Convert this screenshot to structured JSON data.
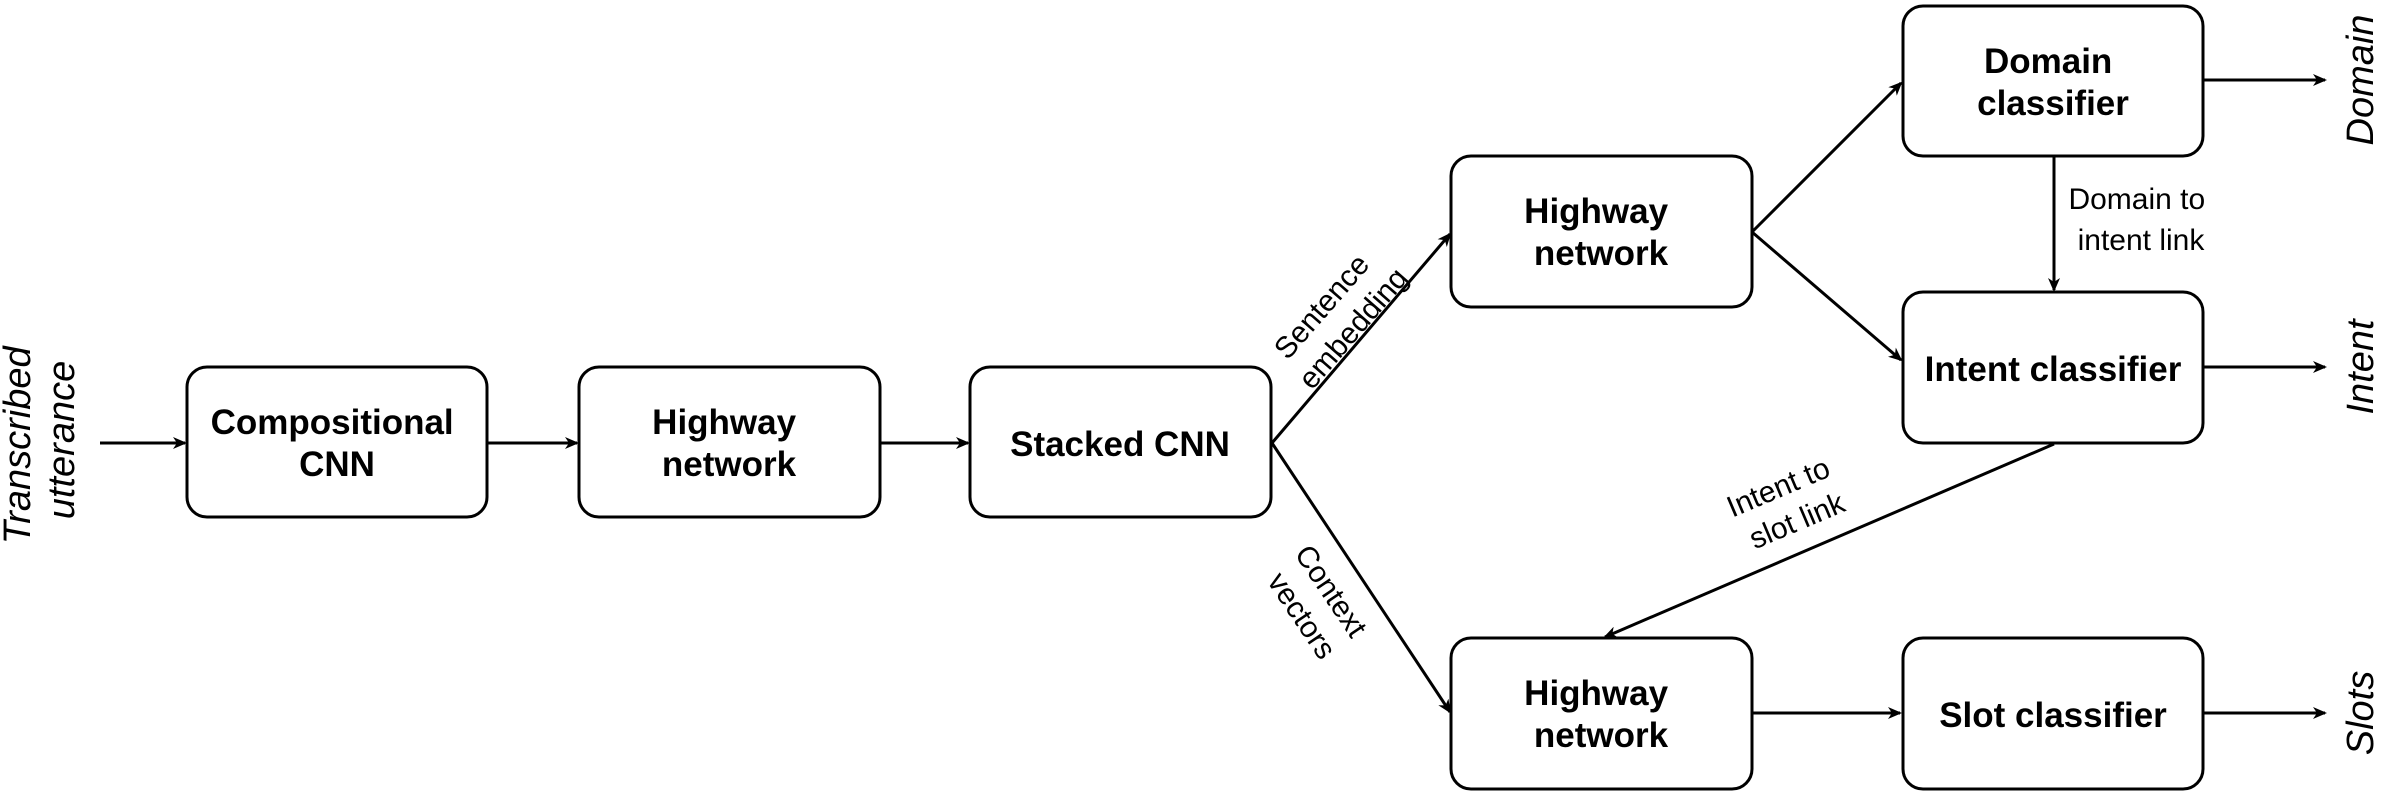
{
  "input_label": [
    "Transcribed",
    "utterance"
  ],
  "nodes": {
    "compositional_cnn": [
      "Compositional",
      "CNN"
    ],
    "highway_1": [
      "Highway",
      "network"
    ],
    "stacked_cnn": [
      "Stacked CNN"
    ],
    "highway_top": [
      "Highway",
      "network"
    ],
    "highway_bottom": [
      "Highway",
      "network"
    ],
    "domain_classifier": [
      "Domain",
      "classifier"
    ],
    "intent_classifier": [
      "Intent classifier"
    ],
    "slot_classifier": [
      "Slot classifier"
    ]
  },
  "edge_labels": {
    "sentence_embedding": [
      "Sentence",
      "embedding"
    ],
    "context_vectors": [
      "Context",
      "vectors"
    ],
    "domain_to_intent": [
      "Domain to",
      "intent link"
    ],
    "intent_to_slot": [
      "Intent to",
      "slot link"
    ]
  },
  "outputs": {
    "domain": "Domain",
    "intent": "Intent",
    "slots": "Slots"
  }
}
